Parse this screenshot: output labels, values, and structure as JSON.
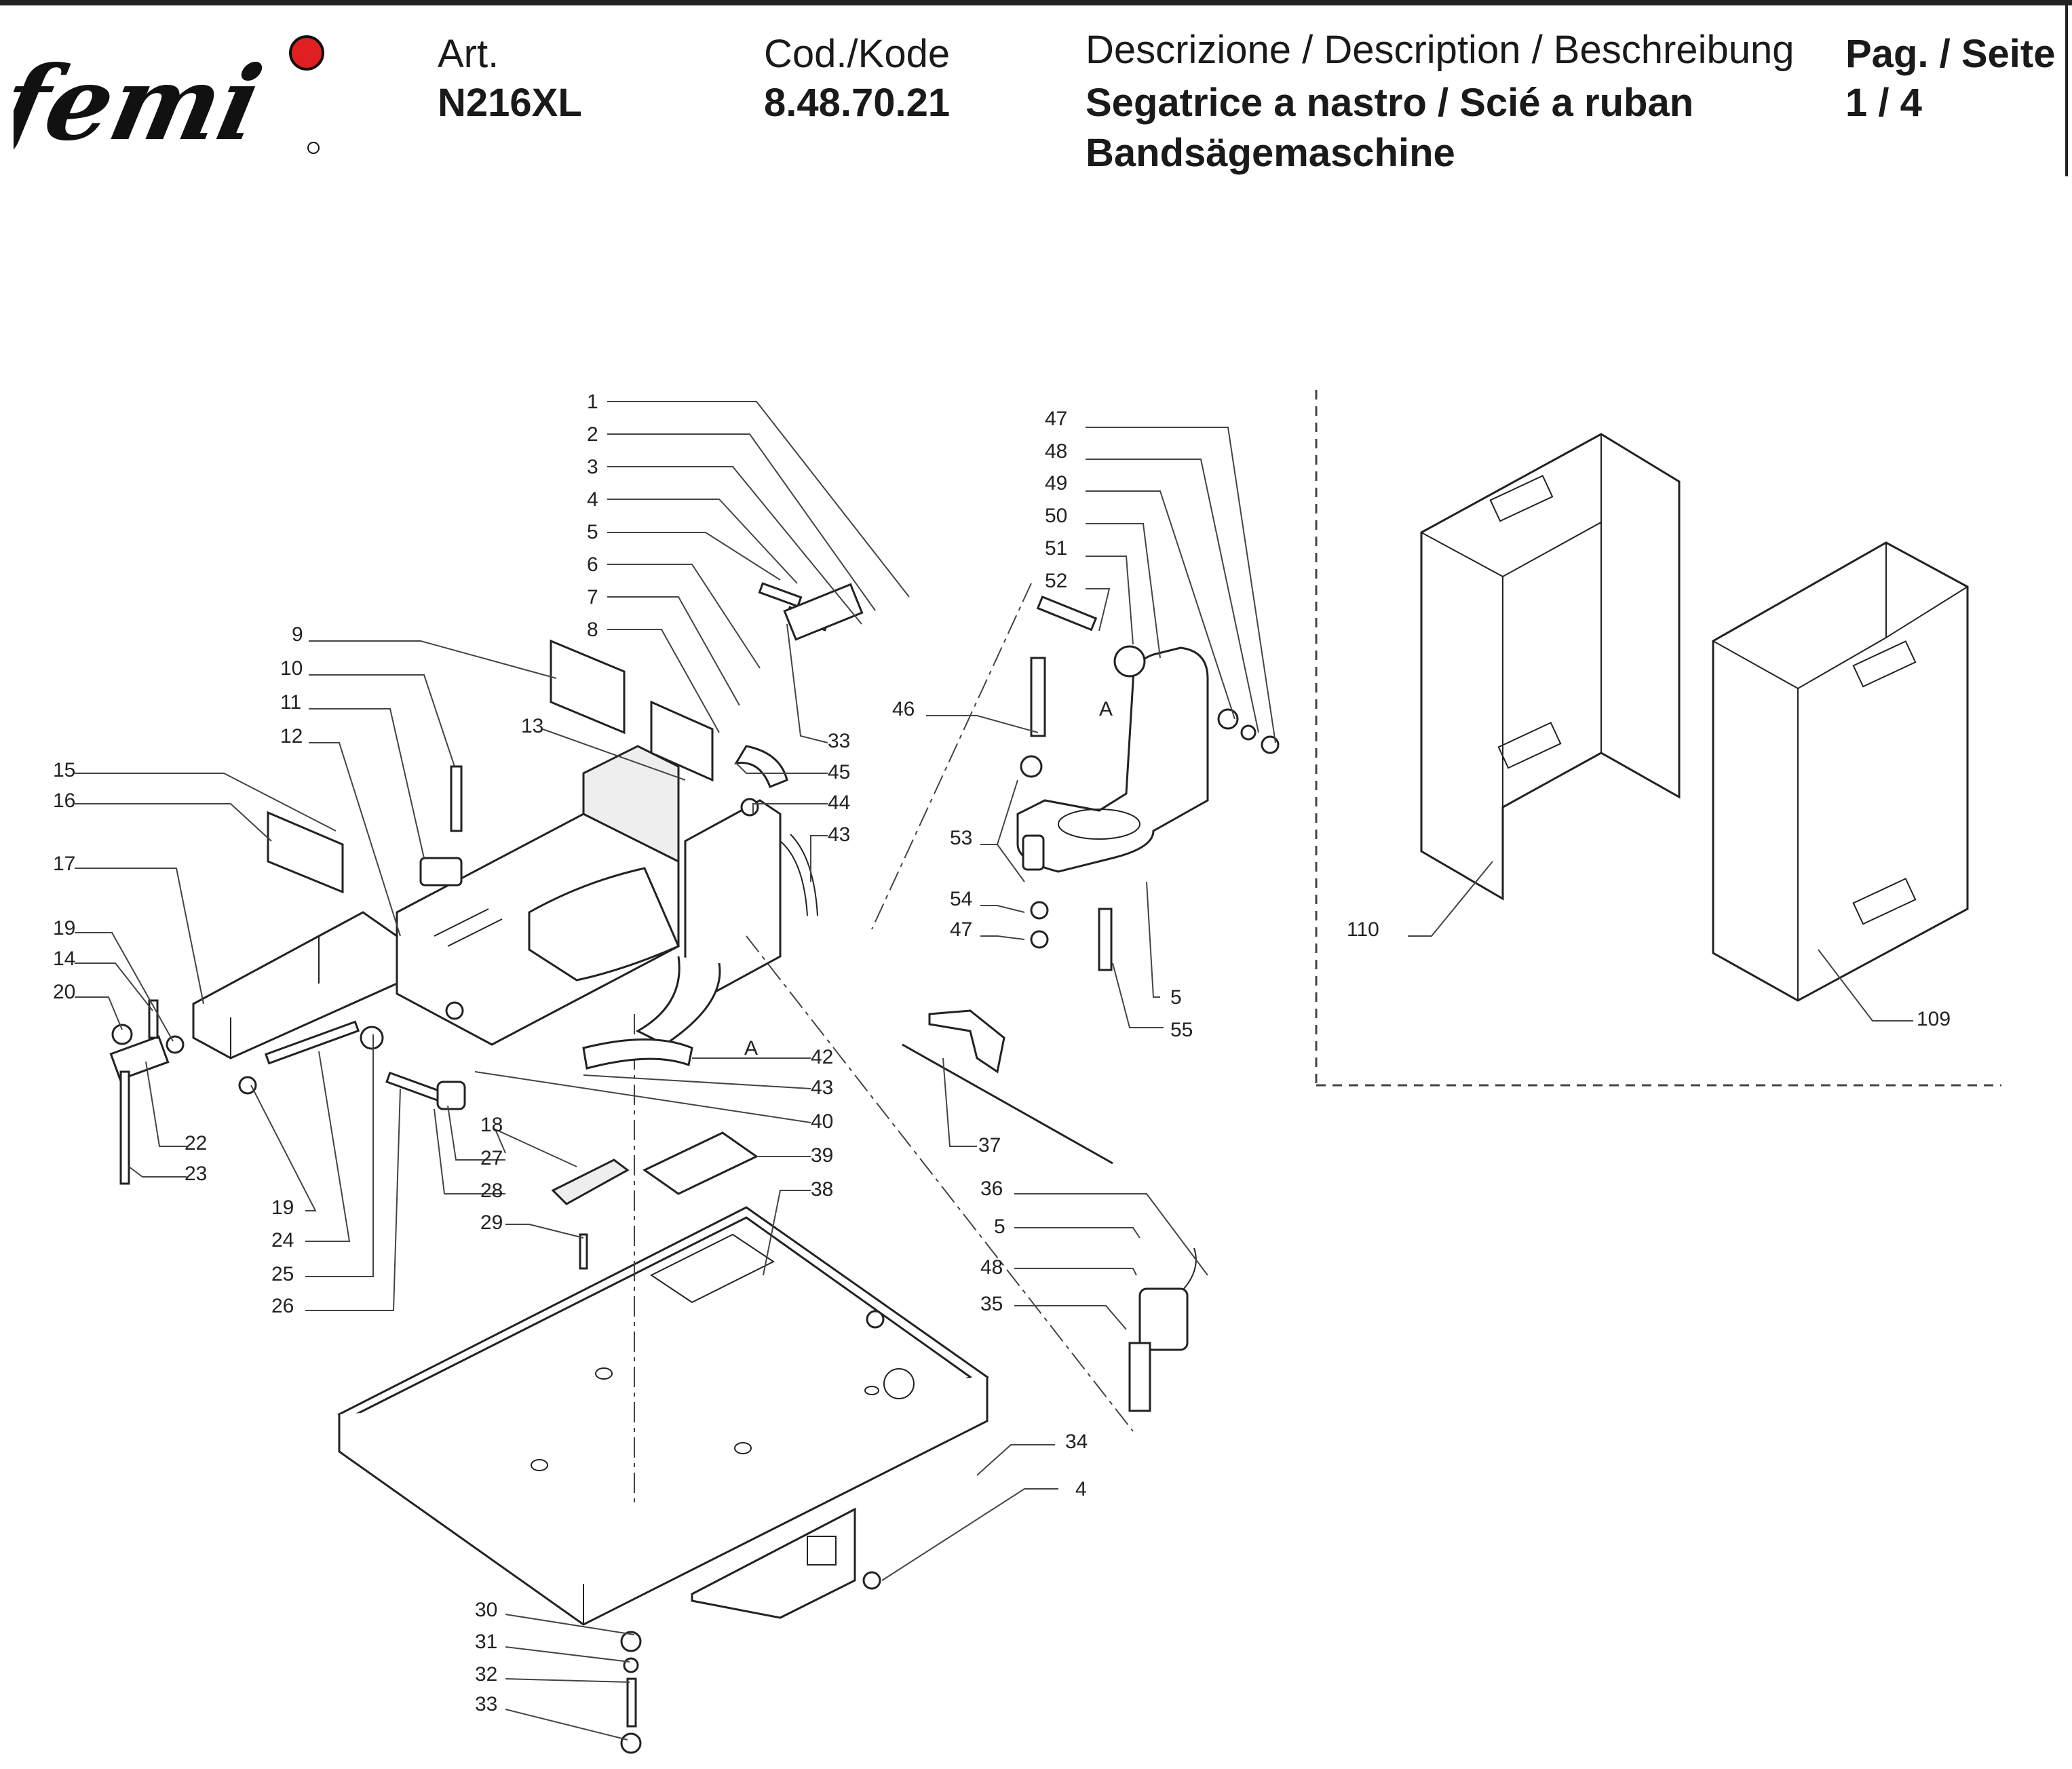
{
  "header": {
    "brand": "femi",
    "art_label": "Art.",
    "art_value": "N216XL",
    "code_label": "Cod./Kode",
    "code_value": "8.48.70.21",
    "desc_label": "Descrizione / Description / Beschreibung",
    "desc_line1": "Segatrice a nastro / Scié a ruban",
    "desc_line2": "Bandsägemaschine",
    "page_label": "Pag. / Seite",
    "page_value": "1 / 4"
  },
  "callouts": {
    "c1": "1",
    "c2": "2",
    "c3": "3",
    "c4a": "4",
    "c5a": "5",
    "c6": "6",
    "c7": "7",
    "c8": "8",
    "c9": "9",
    "c10": "10",
    "c11": "11",
    "c12": "12",
    "c13": "13",
    "c15": "15",
    "c16": "16",
    "c17": "17",
    "c19a": "19",
    "c14": "14",
    "c20": "20",
    "c22": "22",
    "c23": "23",
    "c19b": "19",
    "c24": "24",
    "c25": "25",
    "c26": "26",
    "c27": "27",
    "c28": "28",
    "c18": "18",
    "c29": "29",
    "c30": "30",
    "c31": "31",
    "c32": "32",
    "c33b": "33",
    "c33a": "33",
    "c45": "45",
    "c44": "44",
    "c43a": "43",
    "c42": "42",
    "c43b": "43",
    "c40": "40",
    "c39": "39",
    "c38": "38",
    "c37": "37",
    "c36": "36",
    "c5c": "5",
    "c48b": "48",
    "c35": "35",
    "c34": "34",
    "c4b": "4",
    "c47a": "47",
    "c48a": "48",
    "c49": "49",
    "c50": "50",
    "c51": "51",
    "c52": "52",
    "c46": "46",
    "c53": "53",
    "c54": "54",
    "c47b": "47",
    "c5b": "5",
    "c55": "55",
    "c110": "110",
    "c109": "109",
    "sectionA1": "A",
    "sectionA2": "A"
  }
}
